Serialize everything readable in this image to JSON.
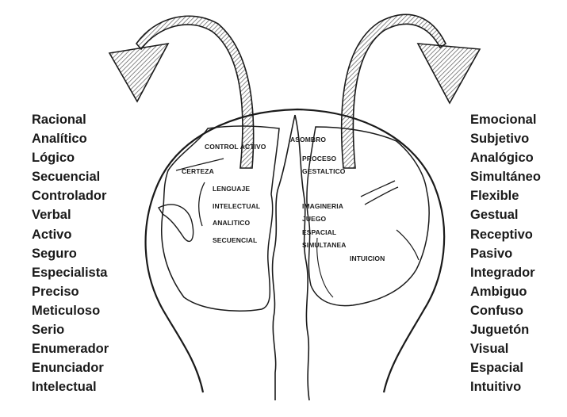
{
  "left_hemisphere_traits": [
    "Racional",
    "Analítico",
    "Lógico",
    "Secuencial",
    "Controlador",
    "Verbal",
    "Activo",
    "Seguro",
    "Especialista",
    "Preciso",
    "Meticuloso",
    "Serio",
    "Enumerador",
    "Enunciador",
    "Intelectual"
  ],
  "right_hemisphere_traits": [
    "Emocional",
    "Subjetivo",
    "Analógico",
    "Simultáneo",
    "Flexible",
    "Gestual",
    "Receptivo",
    "Pasivo",
    "Integrador",
    "Ambiguo",
    "Confuso",
    "Juguetón",
    "Visual",
    "Espacial",
    "Intuitivo"
  ],
  "brain_labels": {
    "control_activo": "CONTROL ACTIVO",
    "certeza": "CERTEZA",
    "lenguaje": "LENGUAJE",
    "intelectual": "INTELECTUAL",
    "analitico": "ANALITICO",
    "secuencial": "SECUENCIAL",
    "asombro": "ASOMBRO",
    "proceso": "PROCESO",
    "gestaltico": "GESTALTICO",
    "imagineria": "IMAGINERIA",
    "juego": "JUEGO",
    "espacial": "ESPACIAL",
    "simultanea": "SIMULTANEA",
    "intuicion": "INTUICION"
  },
  "colors": {
    "ink": "#1a1a1a",
    "paper": "#ffffff",
    "hatch": "#555555"
  }
}
